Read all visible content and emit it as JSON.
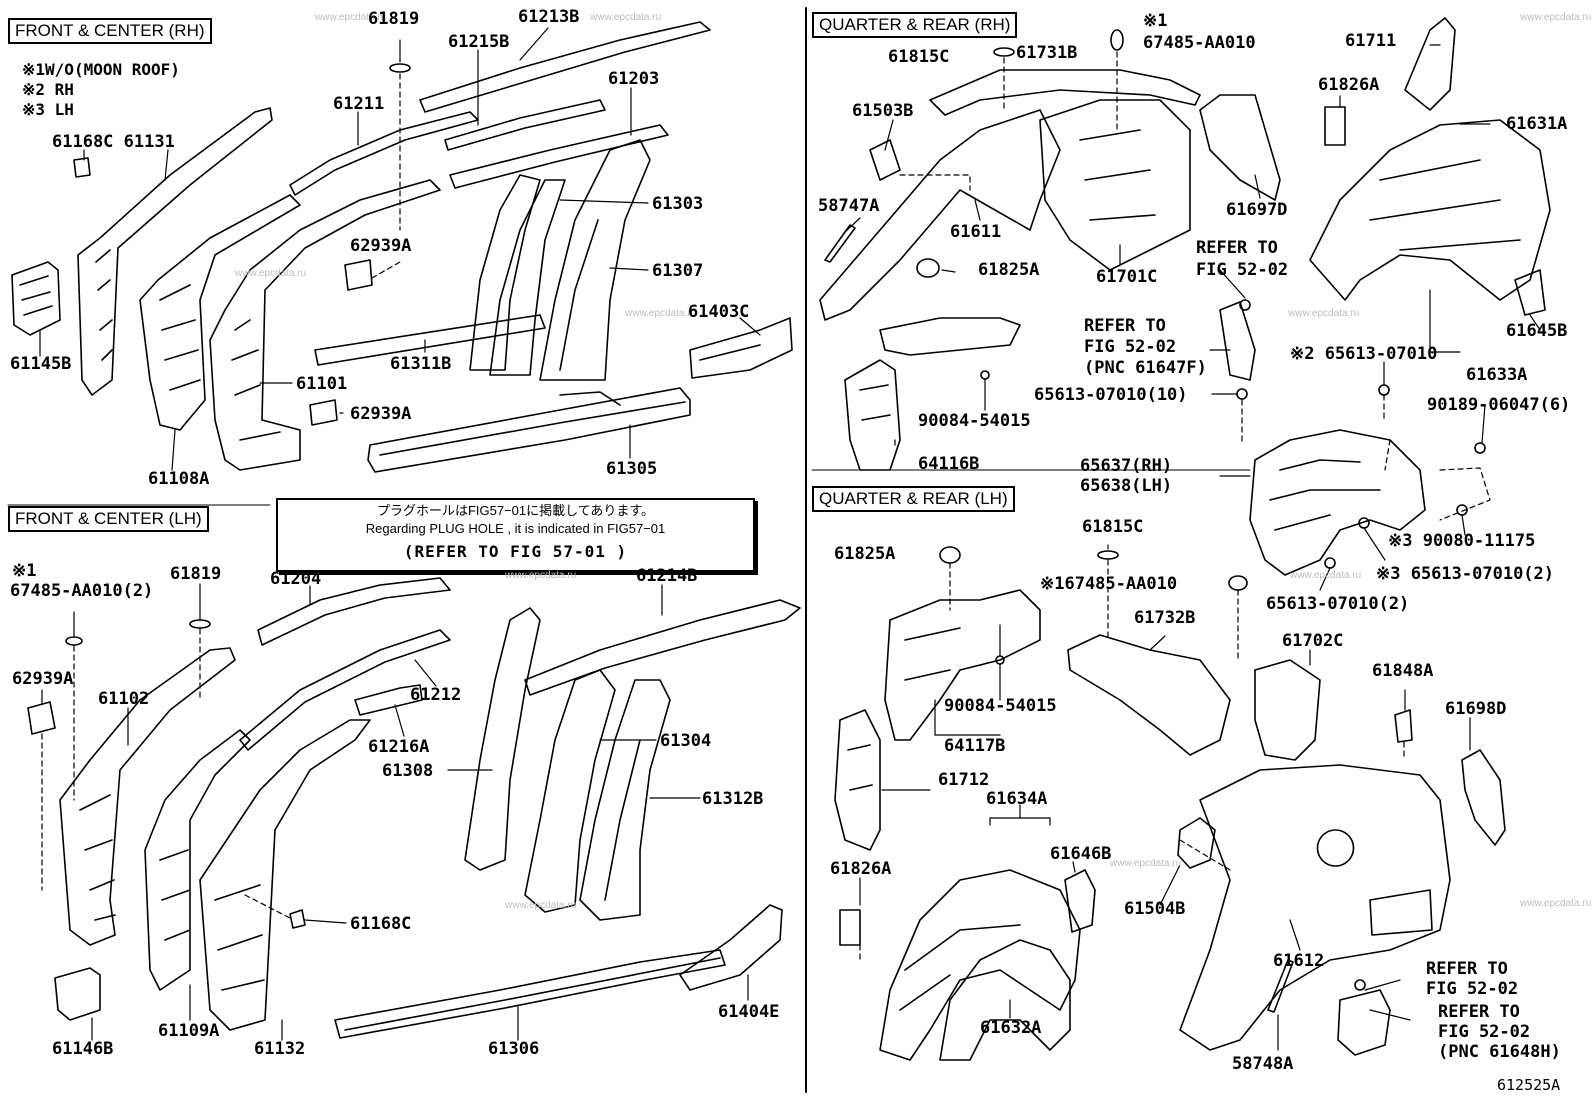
{
  "titles": {
    "front_center_rh": "FRONT & CENTER (RH)",
    "front_center_lh": "FRONT & CENTER (LH)",
    "quarter_rear_rh": "QUARTER & REAR (RH)",
    "quarter_rear_lh": "QUARTER & REAR (LH)"
  },
  "legend": {
    "line1": "※1W/O(MOON ROOF)",
    "line2": "※2 RH",
    "line3": "※3 LH"
  },
  "note": {
    "line1": "プラグホールはFIG57−01に掲載してあります。",
    "line2": "Regarding PLUG HOLE , it is indicated in FIG57−01",
    "line3": "(REFER TO FIG 57-01  )"
  },
  "figure_code": "612525A",
  "watermark": "www.epcdata.ru",
  "labels": {
    "p61819a": "61819",
    "p61213b": "61213B",
    "p61215b": "61215B",
    "p61203": "61203",
    "p61211": "61211",
    "p61168c_61131": "61168C 61131",
    "p61303": "61303",
    "p61307": "61307",
    "p62939a_1": "62939A",
    "p61403c": "61403C",
    "p61145b": "61145B",
    "p61101": "61101",
    "p61311b": "61311B",
    "p62939a_2": "62939A",
    "p61108a": "61108A",
    "p61305": "61305",
    "p_lh_note1": "※1",
    "p67485_2": "67485-AA010(2)",
    "p61819b": "61819",
    "p61204": "61204",
    "p61214b": "61214B",
    "p62939a_3": "62939A",
    "p61102": "61102",
    "p61212": "61212",
    "p61216a": "61216A",
    "p61304": "61304",
    "p61308": "61308",
    "p61312b": "61312B",
    "p61168c_2": "61168C",
    "p61404e": "61404E",
    "p61146b": "61146B",
    "p61109a": "61109A",
    "p61132": "61132",
    "p61306": "61306",
    "p_rr_note1": "※1",
    "p67485": "67485-AA010",
    "p61711": "61711",
    "p61815c": "61815C",
    "p61731b": "61731B",
    "p61826a_1": "61826A",
    "p61631a": "61631A",
    "p61503b": "61503B",
    "p58747a": "58747A",
    "p61611": "61611",
    "p61697d": "61697D",
    "p61825a_1": "61825A",
    "p61701c": "61701C",
    "p_refer1": "REFER TO",
    "p_fig1": "FIG  52-02",
    "p_refer2": "REFER TO",
    "p_fig2": "FIG 52-02",
    "p_pnc1": "(PNC 61647F)",
    "p61645b": "61645B",
    "p65613_c": "※2 65613-07010",
    "p61633a": "61633A",
    "p65613_10": "65613-07010(10)",
    "p90189": "90189-06047(6)",
    "p90084_1": "90084-54015",
    "p64116b": "64116B",
    "p65637": "65637(RH)",
    "p65638": "65638(LH)",
    "p90080": "※3 90080-11175",
    "p61815c_2": "61815C",
    "p61825a_2": "61825A",
    "p67485_lh": "※167485-AA010",
    "p65613_3": "※3 65613-07010(2)",
    "p65613_2": "65613-07010(2)",
    "p61732b": "61732B",
    "p61702c": "61702C",
    "p61848a": "61848A",
    "p61698d": "61698D",
    "p90084_2": "90084-54015",
    "p64117b": "64117B",
    "p61712": "61712",
    "p61634a": "61634A",
    "p61646b": "61646B",
    "p61826a_2": "61826A",
    "p61504b": "61504B",
    "p61612": "61612",
    "p_refer3": "REFER TO",
    "p_fig3": "FIG  52-02",
    "p_refer4": "REFER TO",
    "p_fig4": "FIG 52-02",
    "p_pnc2": "(PNC 61648H)",
    "p61632a": "61632A",
    "p58748a": "58748A"
  }
}
